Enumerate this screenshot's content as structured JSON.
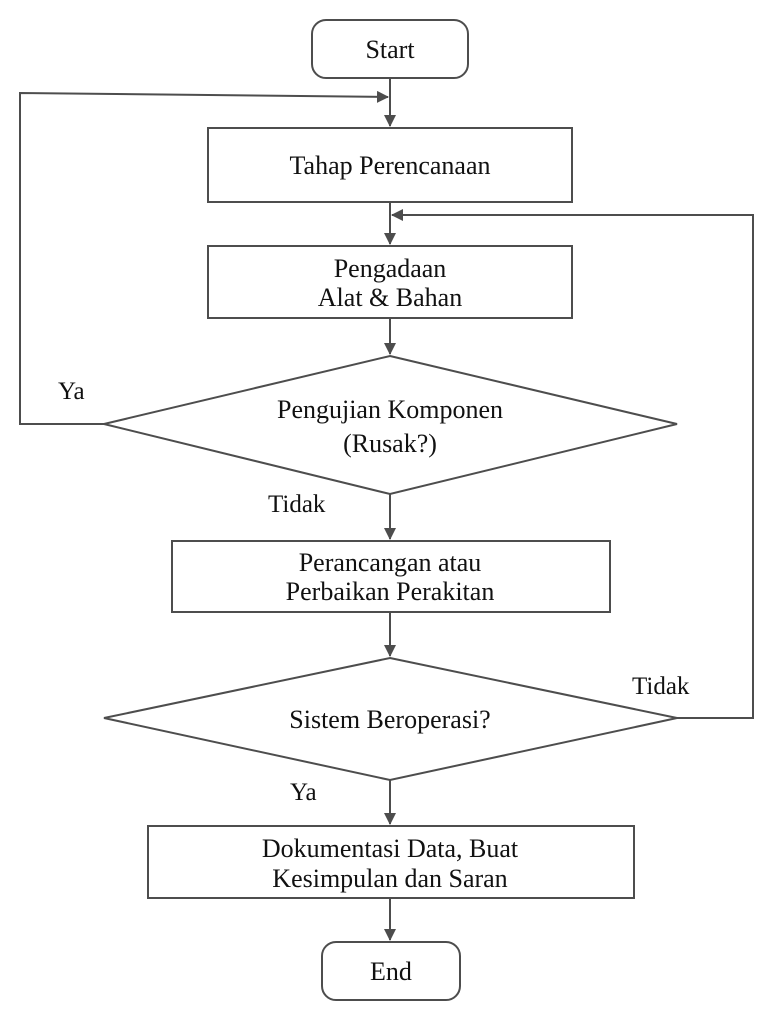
{
  "nodes": {
    "start": {
      "label": "Start"
    },
    "planning": {
      "label": "Tahap Perencanaan"
    },
    "procurement": {
      "line1": "Pengadaan",
      "line2": "Alat & Bahan"
    },
    "component_test": {
      "line1": "Pengujian Komponen",
      "line2": "(Rusak?)"
    },
    "design": {
      "line1": "Perancangan atau",
      "line2": "Perbaikan Perakitan"
    },
    "system_check": {
      "label": "Sistem Beroperasi?"
    },
    "documentation": {
      "line1": "Dokumentasi Data, Buat",
      "line2": "Kesimpulan dan Saran"
    },
    "end": {
      "label": "End"
    }
  },
  "edges": {
    "component_yes": "Ya",
    "component_no": "Tidak",
    "system_no": "Tidak",
    "system_yes": "Ya"
  },
  "colors": {
    "stroke": "#4d4d4d",
    "text": "#111111",
    "background": "#ffffff"
  }
}
